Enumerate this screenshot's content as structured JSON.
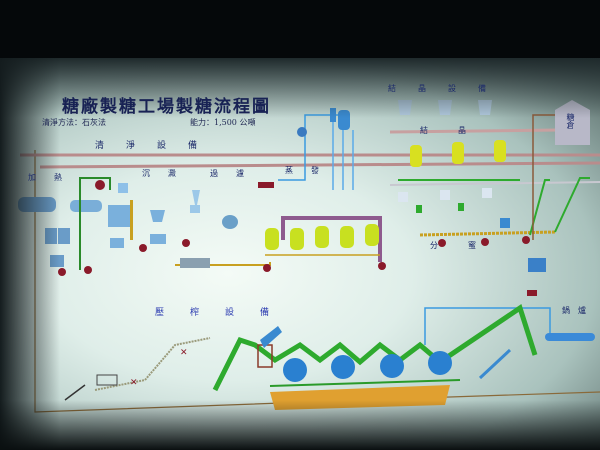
{
  "diagram": {
    "title": "糖廠製糖工場製糖流程圖",
    "method_label": "清淨方法：石灰法",
    "capacity_label": "能力：1,500 公噸",
    "sections": [
      {
        "name": "清淨設備"
      },
      {
        "name": "加熱"
      },
      {
        "name": "沉澱"
      },
      {
        "name": "過濾"
      },
      {
        "name": "蒸發"
      },
      {
        "name": "結晶設備"
      },
      {
        "name": "結晶"
      },
      {
        "name": "分蜜"
      },
      {
        "name": "壓榨設備"
      },
      {
        "name": "鍋爐"
      },
      {
        "name": "糖倉"
      }
    ],
    "evaporator_count": 5,
    "crystallizer_count": 3,
    "mill_count": 4,
    "colors": {
      "juice_pipe": "#b98c8c",
      "syrup_pipe": "#8e5a8e",
      "water_pipe": "#3a9ae0",
      "bagasse_conveyor": "#2eaa2e",
      "vessel_yellow": "#c8e020",
      "pump_red": "#8a1a2a",
      "mill_blue": "#2a80d0",
      "equipment_blue": "#6aa6d8"
    }
  }
}
